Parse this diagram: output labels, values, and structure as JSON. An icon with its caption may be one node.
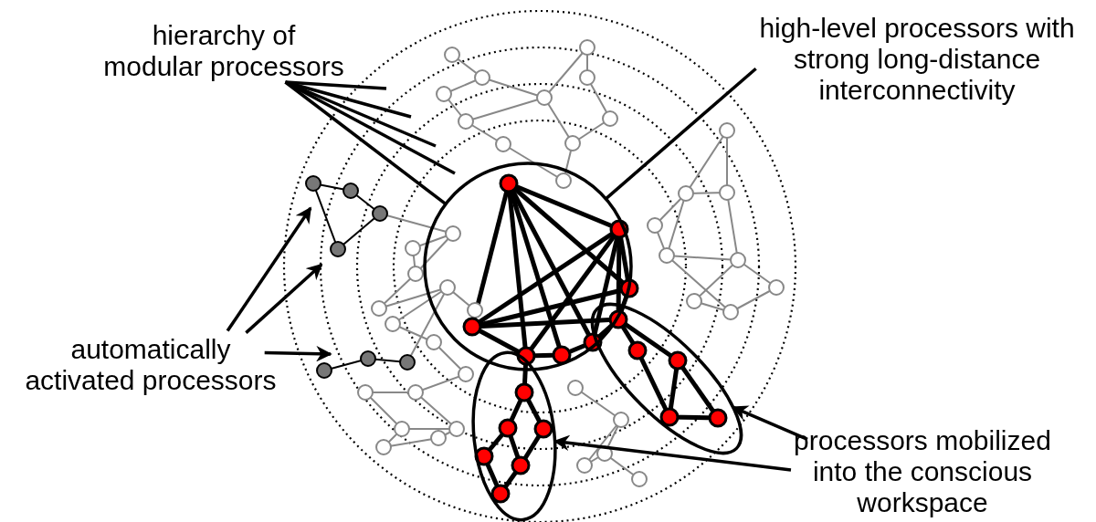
{
  "diagram": {
    "nodes": [
      {
        "text": [
          "hierarchy of modular processors"
        ]
      },
      {
        "text": [
          "high-level processors with strong long-distance interconnectivity"
        ]
      },
      {
        "text": [
          "automatically activated processors"
        ]
      },
      {
        "text": [
          "processors mobilized into the conscious workspace"
        ]
      },
      {
        "text": [],
        "shape": "circle"
      },
      {
        "text": [],
        "shape": "ellipse"
      },
      {
        "text": [],
        "shape": "ellipse"
      }
    ],
    "edges": [
      {
        "from": 0,
        "to": null,
        "arrow": "none"
      },
      {
        "from": 0,
        "to": null,
        "arrow": "none"
      },
      {
        "from": 0,
        "to": null,
        "arrow": "none"
      },
      {
        "from": 0,
        "to": null,
        "arrow": "none"
      },
      {
        "from": 0,
        "to": 4,
        "arrow": "none"
      },
      {
        "from": 1,
        "to": 4,
        "arrow": "none"
      },
      {
        "from": 2,
        "to": null,
        "arrow": "to"
      },
      {
        "from": 2,
        "to": null,
        "arrow": "to"
      },
      {
        "from": 2,
        "to": null,
        "arrow": "to"
      },
      {
        "from": 3,
        "to": 6,
        "arrow": "to"
      },
      {
        "from": 3,
        "to": 5,
        "arrow": "to"
      }
    ]
  }
}
